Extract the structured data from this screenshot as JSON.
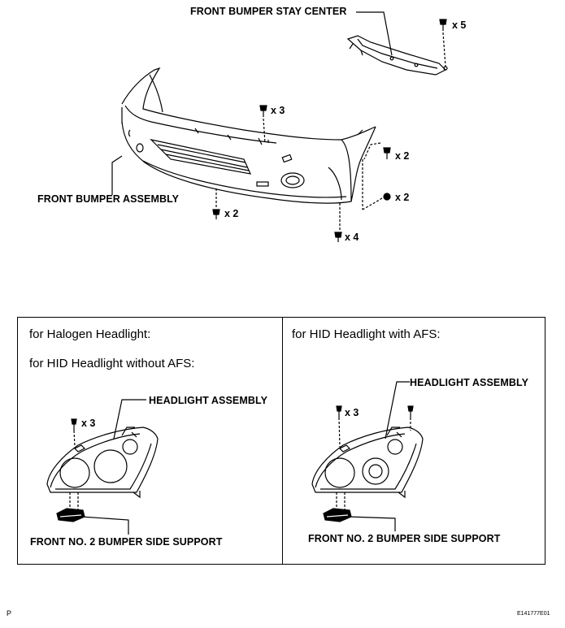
{
  "labels": {
    "stay_center": "FRONT BUMPER STAY CENTER",
    "bumper_assembly": "FRONT BUMPER ASSEMBLY",
    "headlight_left": "HEADLIGHT ASSEMBLY",
    "headlight_right": "HEADLIGHT ASSEMBLY",
    "support_left": "FRONT NO. 2 BUMPER SIDE SUPPORT",
    "support_right": "FRONT NO. 2 BUMPER SIDE SUPPORT"
  },
  "quantities": {
    "stay_clips": "x 5",
    "top_clips": "x 3",
    "side_upper": "x 2",
    "side_lower": "x 2",
    "bottom_left": "x 2",
    "bottom_right": "x 4",
    "hl_left_bolts": "x 3",
    "hl_right_bolts": "x 3"
  },
  "conditions": {
    "halogen": "for Halogen Headlight:",
    "hid_no_afs": "for HID Headlight without AFS:",
    "hid_afs": "for HID Headlight with AFS:"
  },
  "footer": {
    "left_mark": "P",
    "figure_code": "E141777E01"
  }
}
